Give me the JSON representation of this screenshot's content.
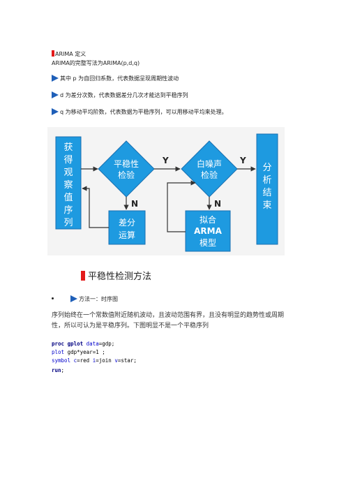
{
  "heading1": {
    "latin": "ARIMA",
    "rest": " 定义"
  },
  "line2": "ARIMA的完整写法为ARIMA(p,d,q)",
  "bullets": [
    {
      "prefix": "其中 ",
      "var": "p",
      "text": " 为自回归系数，代表数据呈现周期性波动"
    },
    {
      "prefix": "",
      "var": "d",
      "text": " 为差分次数，代表数据差分几次才能达到平稳序列"
    },
    {
      "prefix": "",
      "var": "q",
      "text": " 为移动平均阶数，代表数据为平稳序列，可以用移动平均来处理。"
    }
  ],
  "flowchart": {
    "colors": {
      "box": "#1e9ae0",
      "border": "#1a6fb0",
      "text": "#ffffff",
      "arrow": "#333333",
      "label": "#222222",
      "bg": "#f4f4f4"
    },
    "start_box": [
      "获",
      "得",
      "观",
      "察",
      "值",
      "序",
      "列"
    ],
    "diamond1": [
      "平稳性",
      "检验"
    ],
    "diamond2": [
      "白噪声",
      "检验"
    ],
    "end_box": [
      "分",
      "析",
      "结",
      "束"
    ],
    "diff_box": [
      "差分",
      "运算"
    ],
    "fit_box": [
      "拟合",
      "ARMA",
      "模型"
    ],
    "yes1": "Y",
    "yes2": "Y",
    "no1": "N",
    "no2": "N"
  },
  "section_title": "平稳性检测方法",
  "method1": "方法一：时序图",
  "paragraph": "序列始终在一个常数值附近随机波动，且波动范围有界，且没有明显的趋势性或周期性，所以可认为是平稳序列。下图明显不是一个平稳序列",
  "code": [
    [
      {
        "t": "proc gplot",
        "c": "kw"
      },
      {
        "t": " data",
        "c": "attr"
      },
      {
        "t": "=gdp;",
        "c": "plain"
      }
    ],
    [
      {
        "t": "plot",
        "c": "attr"
      },
      {
        "t": " gdp*year=1 ;",
        "c": "plain"
      }
    ],
    [
      {
        "t": "symbol",
        "c": "attr"
      },
      {
        "t": " c",
        "c": "attr"
      },
      {
        "t": "=red ",
        "c": "plain"
      },
      {
        "t": "i",
        "c": "attr"
      },
      {
        "t": "=join ",
        "c": "plain"
      },
      {
        "t": "v",
        "c": "attr"
      },
      {
        "t": "=star;",
        "c": "plain"
      }
    ],
    [
      {
        "t": "run",
        "c": "kw"
      },
      {
        "t": ";",
        "c": "plain"
      }
    ]
  ]
}
